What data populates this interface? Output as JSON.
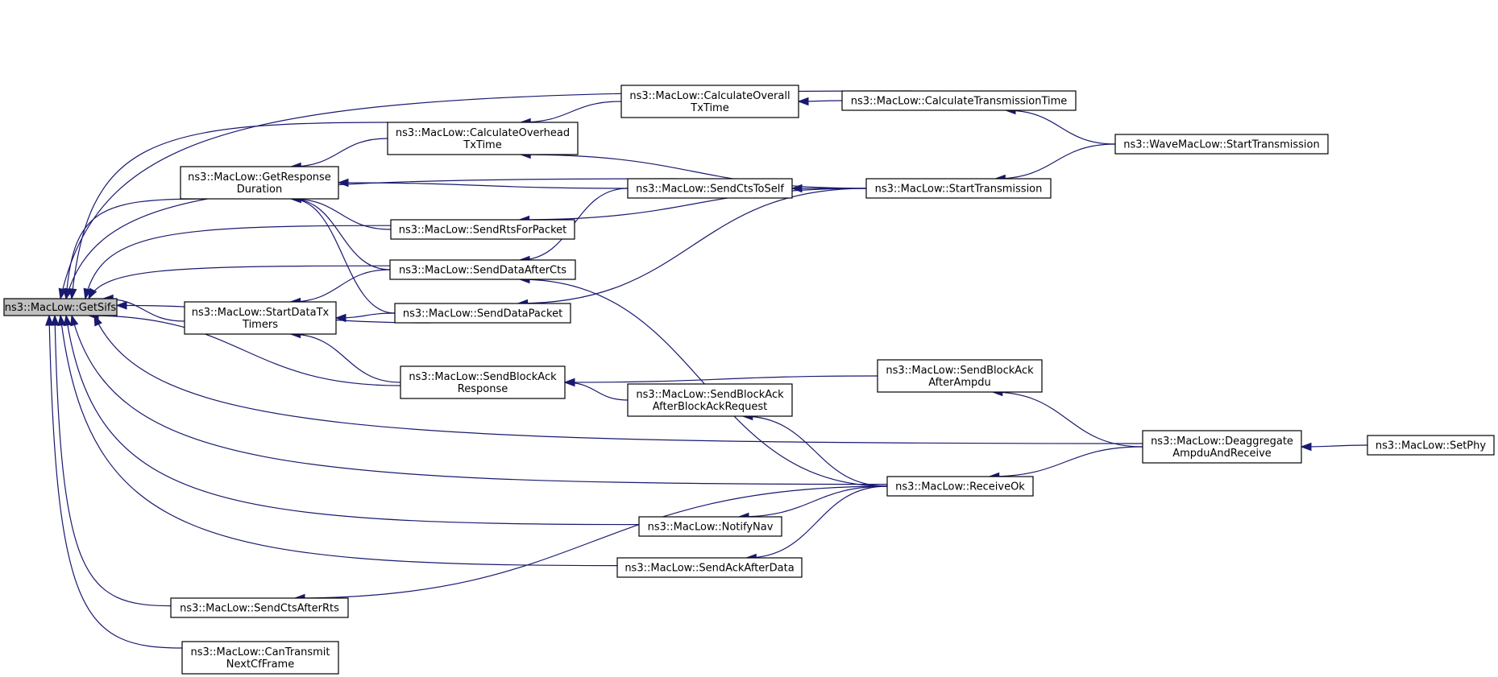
{
  "nodes": [
    {
      "id": "getsifs",
      "lines": [
        "ns3::MacLow::GetSifs"
      ],
      "root": true
    },
    {
      "id": "getresponse",
      "lines": [
        "ns3::MacLow::GetResponse",
        "Duration"
      ]
    },
    {
      "id": "startdatatx",
      "lines": [
        "ns3::MacLow::StartDataTx",
        "Timers"
      ]
    },
    {
      "id": "sendctsafterrts",
      "lines": [
        "ns3::MacLow::SendCtsAfterRts"
      ]
    },
    {
      "id": "cantransmit",
      "lines": [
        "ns3::MacLow::CanTransmit",
        "NextCfFrame"
      ]
    },
    {
      "id": "calcoverhead",
      "lines": [
        "ns3::MacLow::CalculateOverhead",
        "TxTime"
      ]
    },
    {
      "id": "sendrts",
      "lines": [
        "ns3::MacLow::SendRtsForPacket"
      ]
    },
    {
      "id": "senddataaftercts",
      "lines": [
        "ns3::MacLow::SendDataAfterCts"
      ]
    },
    {
      "id": "senddatapacket",
      "lines": [
        "ns3::MacLow::SendDataPacket"
      ]
    },
    {
      "id": "sendblockackresp",
      "lines": [
        "ns3::MacLow::SendBlockAck",
        "Response"
      ]
    },
    {
      "id": "calcoverall",
      "lines": [
        "ns3::MacLow::CalculateOverall",
        "TxTime"
      ]
    },
    {
      "id": "sendctstoself",
      "lines": [
        "ns3::MacLow::SendCtsToSelf"
      ]
    },
    {
      "id": "sendblockackafterbar",
      "lines": [
        "ns3::MacLow::SendBlockAck",
        "AfterBlockAckRequest"
      ]
    },
    {
      "id": "notifynav",
      "lines": [
        "ns3::MacLow::NotifyNav"
      ]
    },
    {
      "id": "sendackafterdata",
      "lines": [
        "ns3::MacLow::SendAckAfterData"
      ]
    },
    {
      "id": "calctxtime",
      "lines": [
        "ns3::MacLow::CalculateTransmissionTime"
      ]
    },
    {
      "id": "starttransmission",
      "lines": [
        "ns3::MacLow::StartTransmission"
      ]
    },
    {
      "id": "sendblockackafterampdu",
      "lines": [
        "ns3::MacLow::SendBlockAck",
        "AfterAmpdu"
      ]
    },
    {
      "id": "receiveok",
      "lines": [
        "ns3::MacLow::ReceiveOk"
      ]
    },
    {
      "id": "wavestarttx",
      "lines": [
        "ns3::WaveMacLow::StartTransmission"
      ]
    },
    {
      "id": "deaggregate",
      "lines": [
        "ns3::MacLow::Deaggregate",
        "AmpduAndReceive"
      ]
    },
    {
      "id": "setphy",
      "lines": [
        "ns3::MacLow::SetPhy"
      ]
    }
  ],
  "edges": [
    {
      "from": "getresponse",
      "to": "getsifs"
    },
    {
      "from": "startdatatx",
      "to": "getsifs"
    },
    {
      "from": "sendctsafterrts",
      "to": "getsifs"
    },
    {
      "from": "cantransmit",
      "to": "getsifs"
    },
    {
      "from": "calcoverhead",
      "to": "getsifs"
    },
    {
      "from": "sendrts",
      "to": "getsifs"
    },
    {
      "from": "senddataaftercts",
      "to": "getsifs"
    },
    {
      "from": "senddatapacket",
      "to": "getsifs"
    },
    {
      "from": "sendblockackresp",
      "to": "getsifs"
    },
    {
      "from": "sendctstoself",
      "to": "getsifs"
    },
    {
      "from": "calctxtime",
      "to": "getsifs"
    },
    {
      "from": "notifynav",
      "to": "getsifs"
    },
    {
      "from": "sendackafterdata",
      "to": "getsifs"
    },
    {
      "from": "receiveok",
      "to": "getsifs"
    },
    {
      "from": "deaggregate",
      "to": "getsifs"
    },
    {
      "from": "calcoverhead",
      "to": "getresponse"
    },
    {
      "from": "sendctstoself",
      "to": "getresponse"
    },
    {
      "from": "sendrts",
      "to": "getresponse"
    },
    {
      "from": "senddataaftercts",
      "to": "getresponse"
    },
    {
      "from": "senddatapacket",
      "to": "getresponse"
    },
    {
      "from": "senddataaftercts",
      "to": "startdatatx"
    },
    {
      "from": "senddatapacket",
      "to": "startdatatx"
    },
    {
      "from": "sendblockackresp",
      "to": "startdatatx"
    },
    {
      "from": "calcoverall",
      "to": "calcoverhead"
    },
    {
      "from": "starttransmission",
      "to": "calcoverhead"
    },
    {
      "from": "starttransmission",
      "to": "sendrts"
    },
    {
      "from": "sendctstoself",
      "to": "senddataaftercts"
    },
    {
      "from": "receiveok",
      "to": "senddataaftercts"
    },
    {
      "from": "starttransmission",
      "to": "senddatapacket"
    },
    {
      "from": "sendblockackafterampdu",
      "to": "sendblockackresp"
    },
    {
      "from": "sendblockackafterbar",
      "to": "sendblockackresp"
    },
    {
      "from": "calctxtime",
      "to": "calcoverall"
    },
    {
      "from": "starttransmission",
      "to": "sendctstoself"
    },
    {
      "from": "receiveok",
      "to": "sendblockackafterbar"
    },
    {
      "from": "receiveok",
      "to": "notifynav"
    },
    {
      "from": "receiveok",
      "to": "sendackafterdata"
    },
    {
      "from": "receiveok",
      "to": "sendctsafterrts"
    },
    {
      "from": "wavestarttx",
      "to": "calctxtime"
    },
    {
      "from": "wavestarttx",
      "to": "starttransmission"
    },
    {
      "from": "deaggregate",
      "to": "sendblockackafterampdu"
    },
    {
      "from": "deaggregate",
      "to": "receiveok"
    },
    {
      "from": "setphy",
      "to": "deaggregate"
    }
  ],
  "colors": {
    "edge": "#191970",
    "root_fill": "#bfbfbf",
    "node_fill": "#ffffff",
    "border": "#000000"
  }
}
